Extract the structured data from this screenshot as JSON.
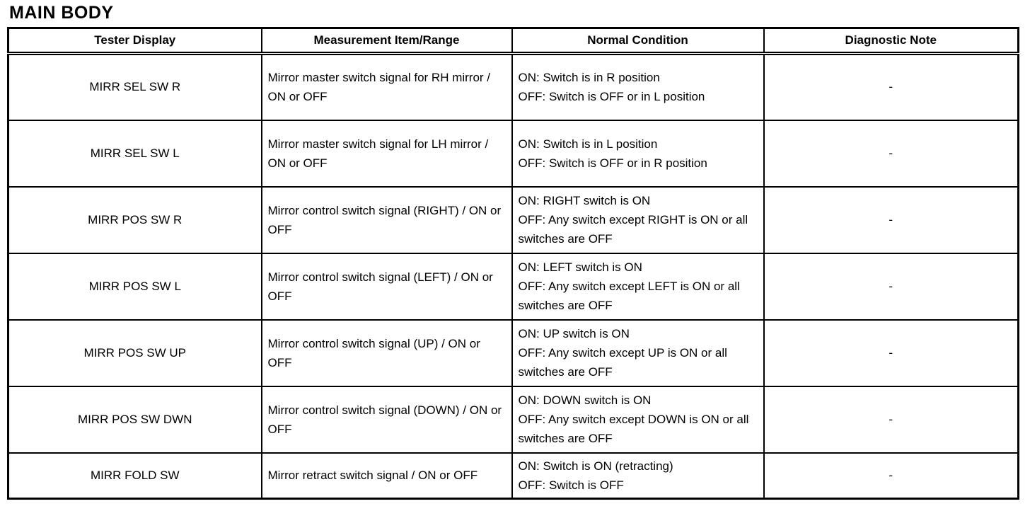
{
  "page_title": "MAIN BODY",
  "table": {
    "headers": [
      "Tester Display",
      "Measurement Item/Range",
      "Normal Condition",
      "Diagnostic Note"
    ],
    "rows": [
      {
        "tester_display": "MIRR SEL SW R",
        "measurement": "Mirror master switch signal for RH mirror / ON or OFF",
        "normal_condition": "ON: Switch is in R position\nOFF: Switch is OFF or in L position",
        "diagnostic_note": "-"
      },
      {
        "tester_display": "MIRR SEL SW L",
        "measurement": "Mirror master switch signal for LH mirror / ON or OFF",
        "normal_condition": "ON: Switch is in L position\nOFF: Switch is OFF or in R position",
        "diagnostic_note": "-"
      },
      {
        "tester_display": "MIRR POS SW R",
        "measurement": "Mirror control switch signal (RIGHT) / ON or OFF",
        "normal_condition": "ON: RIGHT switch is ON\nOFF: Any switch except RIGHT is ON or all switches are OFF",
        "diagnostic_note": "-"
      },
      {
        "tester_display": "MIRR POS SW L",
        "measurement": "Mirror control switch signal (LEFT) / ON or OFF",
        "normal_condition": "ON: LEFT switch is ON\nOFF: Any switch except LEFT is ON or all switches are OFF",
        "diagnostic_note": "-"
      },
      {
        "tester_display": "MIRR POS SW UP",
        "measurement": "Mirror control switch signal (UP) / ON or OFF",
        "normal_condition": "ON: UP switch is ON\nOFF: Any switch except UP is ON or all switches are OFF",
        "diagnostic_note": "-"
      },
      {
        "tester_display": "MIRR POS SW DWN",
        "measurement": "Mirror control switch signal (DOWN) / ON or OFF",
        "normal_condition": "ON: DOWN switch is ON\nOFF: Any switch except DOWN is ON or all switches are OFF",
        "diagnostic_note": "-"
      },
      {
        "tester_display": "MIRR FOLD SW",
        "measurement": "Mirror retract switch signal / ON or OFF",
        "normal_condition": "ON: Switch is ON (retracting)\nOFF: Switch is OFF",
        "diagnostic_note": "-"
      }
    ]
  }
}
